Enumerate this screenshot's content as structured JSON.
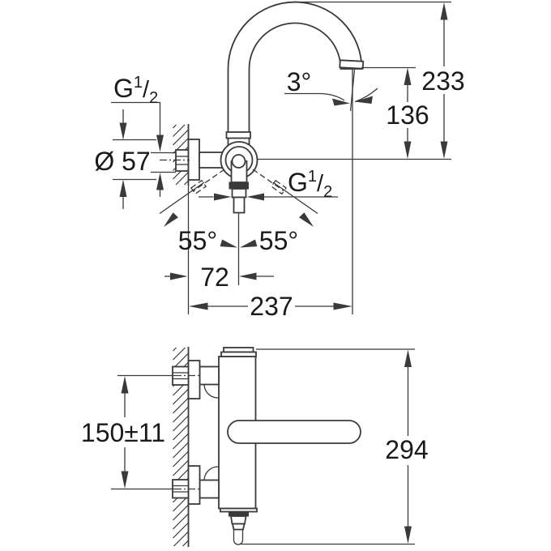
{
  "drawing": {
    "title": "wall-mounted-faucet-dimension-drawing",
    "labels": {
      "thread_top": {
        "g": "G",
        "sup": "1",
        "slash": "/",
        "sub": "2"
      },
      "thread_outlet": {
        "g": "G",
        "sup": "1",
        "slash": "/",
        "sub": "2"
      },
      "flange_diameter": "Ø 57",
      "spout_angle": "3°",
      "height_to_spout_top": "233",
      "height_to_outlet": "136",
      "swivel_left": "55°",
      "swivel_right": "55°",
      "outlet_offset": "72",
      "spout_reach": "237",
      "inlet_spacing": "150±11",
      "total_height": "294"
    },
    "colors": {
      "line": "#3a3a3a",
      "text": "#1a1a1a",
      "background": "#ffffff"
    }
  }
}
